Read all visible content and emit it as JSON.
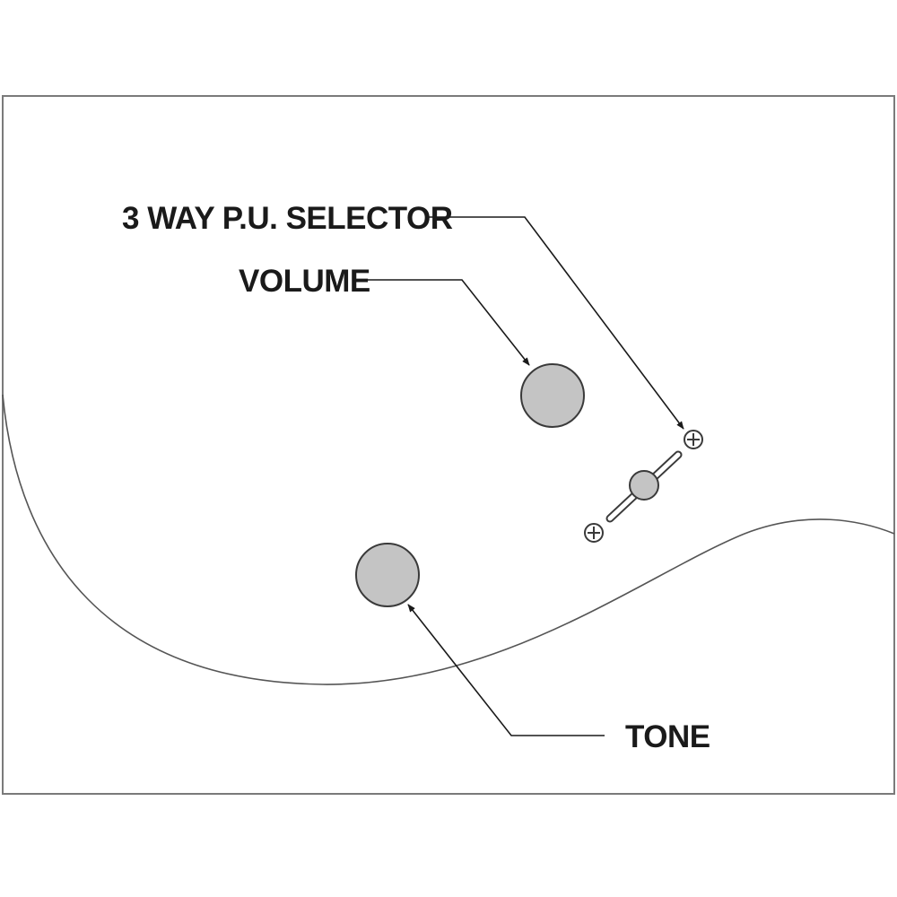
{
  "labels": {
    "selector": "3 WAY P.U. SELECTOR",
    "volume": "VOLUME",
    "tone": "TONE"
  },
  "colors": {
    "frame": "#7a7a7a",
    "outline": "#555555",
    "knob_fill": "#c4c4c4",
    "knob_stroke": "#3a3a3a",
    "text": "#1a1a1a",
    "background": "#ffffff"
  }
}
